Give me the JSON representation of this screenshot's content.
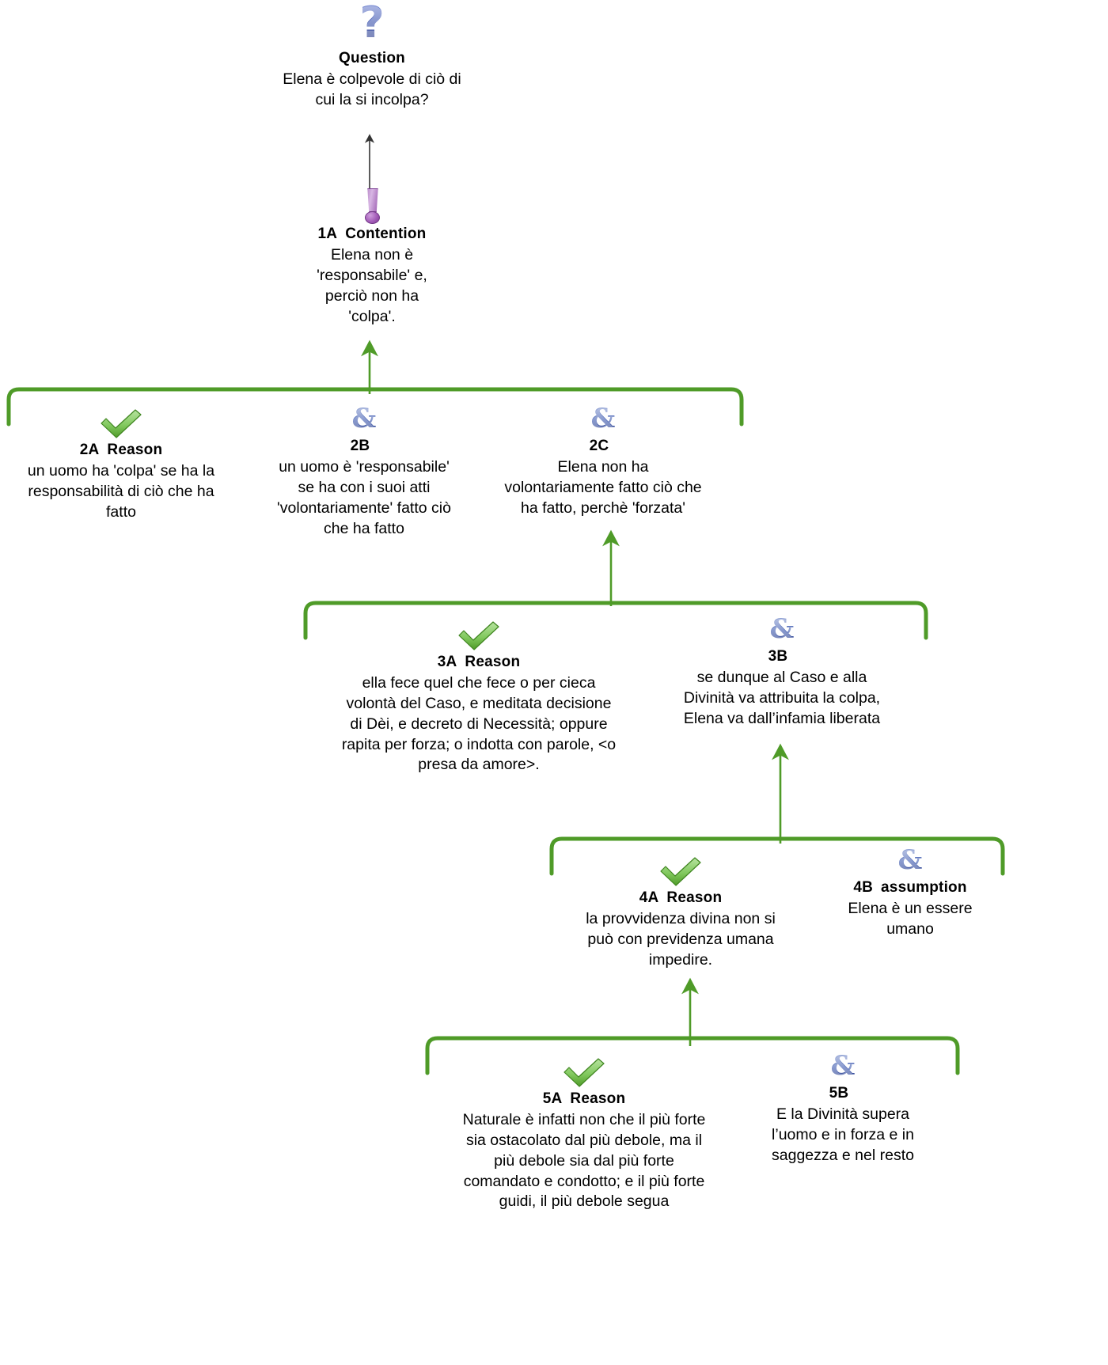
{
  "diagram": {
    "type": "argument-map",
    "language": "it",
    "colors": {
      "support_green": "#4f9b28",
      "rail_green": "#4f9b28",
      "contention_purple": "#9b5cb0",
      "copremise_blue": "#3750ad",
      "arrow_dark": "#333333",
      "background": "#ffffff"
    },
    "icon_names": {
      "question": "question-mark-icon",
      "contention": "exclamation-mark-icon",
      "reason": "green-check-icon",
      "copremise": "ampersand-icon"
    }
  },
  "nodes": {
    "question": {
      "id": "",
      "type": "Question",
      "icon": "question-mark-icon",
      "text": "Elena è colpevole di ciò di\ncui la si incolpa?"
    },
    "n1A": {
      "id": "1A",
      "type": "Contention",
      "icon": "exclamation-mark-icon",
      "text": "Elena non è\n'responsabile' e,\nperciò non ha\n'colpa'."
    },
    "n2A": {
      "id": "2A",
      "type": "Reason",
      "icon": "green-check-icon",
      "text": "un uomo ha 'colpa' se ha la\nresponsabilità di ciò che ha\nfatto"
    },
    "n2B": {
      "id": "2B",
      "type": "",
      "icon": "ampersand-icon",
      "text": "un uomo è 'responsabile'\nse ha con i suoi atti\n'volontariamente' fatto ciò\nche ha fatto"
    },
    "n2C": {
      "id": "2C",
      "type": "",
      "icon": "ampersand-icon",
      "text": "Elena non ha\nvolontariamente fatto ciò che\nha fatto, perchè 'forzata'"
    },
    "n3A": {
      "id": "3A",
      "type": "Reason",
      "icon": "green-check-icon",
      "text": "ella fece quel che fece o per cieca\nvolontà del Caso, e meditata decisione\ndi Dèi, e decreto di Necessità; oppure\nrapita per forza; o indotta con parole, <o\npresa da amore>."
    },
    "n3B": {
      "id": "3B",
      "type": "",
      "icon": "ampersand-icon",
      "text": "se dunque al Caso e alla\nDivinità va attribuita la colpa,\nElena va dall’infamia liberata"
    },
    "n4A": {
      "id": "4A",
      "type": "Reason",
      "icon": "green-check-icon",
      "text": "la provvidenza divina non si\npuò con previdenza umana\nimpedire."
    },
    "n4B": {
      "id": "4B",
      "type": "assumption",
      "icon": "ampersand-icon",
      "text": "Elena è un essere\numano"
    },
    "n5A": {
      "id": "5A",
      "type": "Reason",
      "icon": "green-check-icon",
      "text": "Naturale è infatti non che il più forte\nsia ostacolato dal più debole, ma il\npiù debole sia dal più forte\ncomandato e condotto; e il più forte\nguidi, il più debole segua"
    },
    "n5B": {
      "id": "5B",
      "type": "",
      "icon": "ampersand-icon",
      "text": "E la Divinità supera\nl’uomo e in forza e in\nsaggezza e nel resto"
    }
  }
}
